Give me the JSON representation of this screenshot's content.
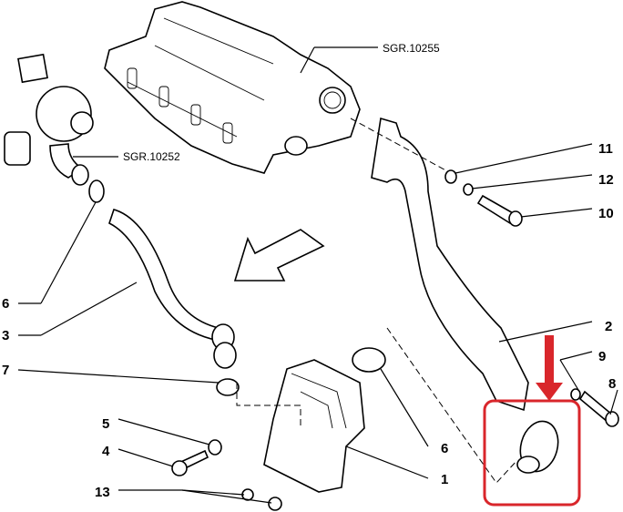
{
  "references": {
    "intake_manifold": "SGR.10255",
    "turbocharger": "SGR.10252"
  },
  "callouts": {
    "c11": "11",
    "c12": "12",
    "c10": "10",
    "c6a": "6",
    "c2": "2",
    "c3": "3",
    "c9": "9",
    "c8": "8",
    "c7": "7",
    "c5": "5",
    "c6b": "6",
    "c4": "4",
    "c1": "1",
    "c13": "13"
  },
  "colors": {
    "highlight": "#d9262b",
    "line": "#000000"
  }
}
